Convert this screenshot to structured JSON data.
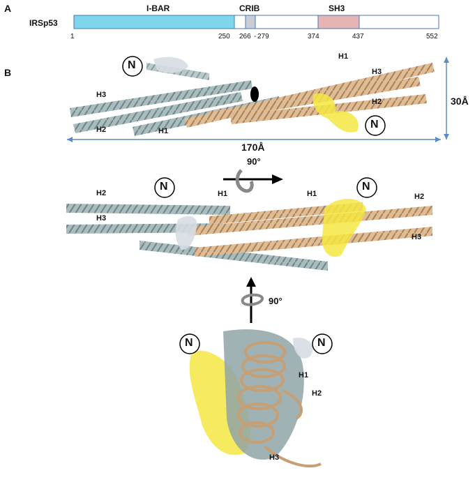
{
  "panel_a": {
    "letter": "A",
    "protein": "IRSp53",
    "domains": [
      {
        "name": "I-BAR",
        "start": 1,
        "end": 250,
        "color": "#7fd6ea"
      },
      {
        "name": "CRIB",
        "start": 266,
        "end": 279,
        "color": "#c8ced3"
      },
      {
        "name": "SH3",
        "start": 374,
        "end": 437,
        "color": "#e6b4b2"
      }
    ],
    "ticks": [
      "1",
      "250",
      "266",
      "279",
      "374",
      "437",
      "552"
    ],
    "total_length": 552
  },
  "panel_b": {
    "letter": "B",
    "view1": {
      "n_left": "N",
      "n_right": "N",
      "h1_left": "H1",
      "h2_left": "H2",
      "h3_left": "H3",
      "h1_right": "H1",
      "h2_right": "H2",
      "h3_right": "H3",
      "width_label": "170Å",
      "height_label": "30Å"
    },
    "rotation1": "90°",
    "view2": {
      "n_left": "N",
      "n_right": "N",
      "h1_left": "H1",
      "h2_left": "H2",
      "h3_left": "H3",
      "h1_right": "H1",
      "h2_right": "H2",
      "h3_right": "H3"
    },
    "rotation2": "90°",
    "view3": {
      "n_left": "N",
      "n_right": "N",
      "h1": "H1",
      "h2": "H2",
      "h3": "H3"
    }
  },
  "colors": {
    "chain_a": "#a9bcbe",
    "chain_b": "#e0bc95",
    "crib_highlight": "#f5e642",
    "crib_grey": "#d6dde2",
    "arrow_blue": "#5b8bc9"
  }
}
